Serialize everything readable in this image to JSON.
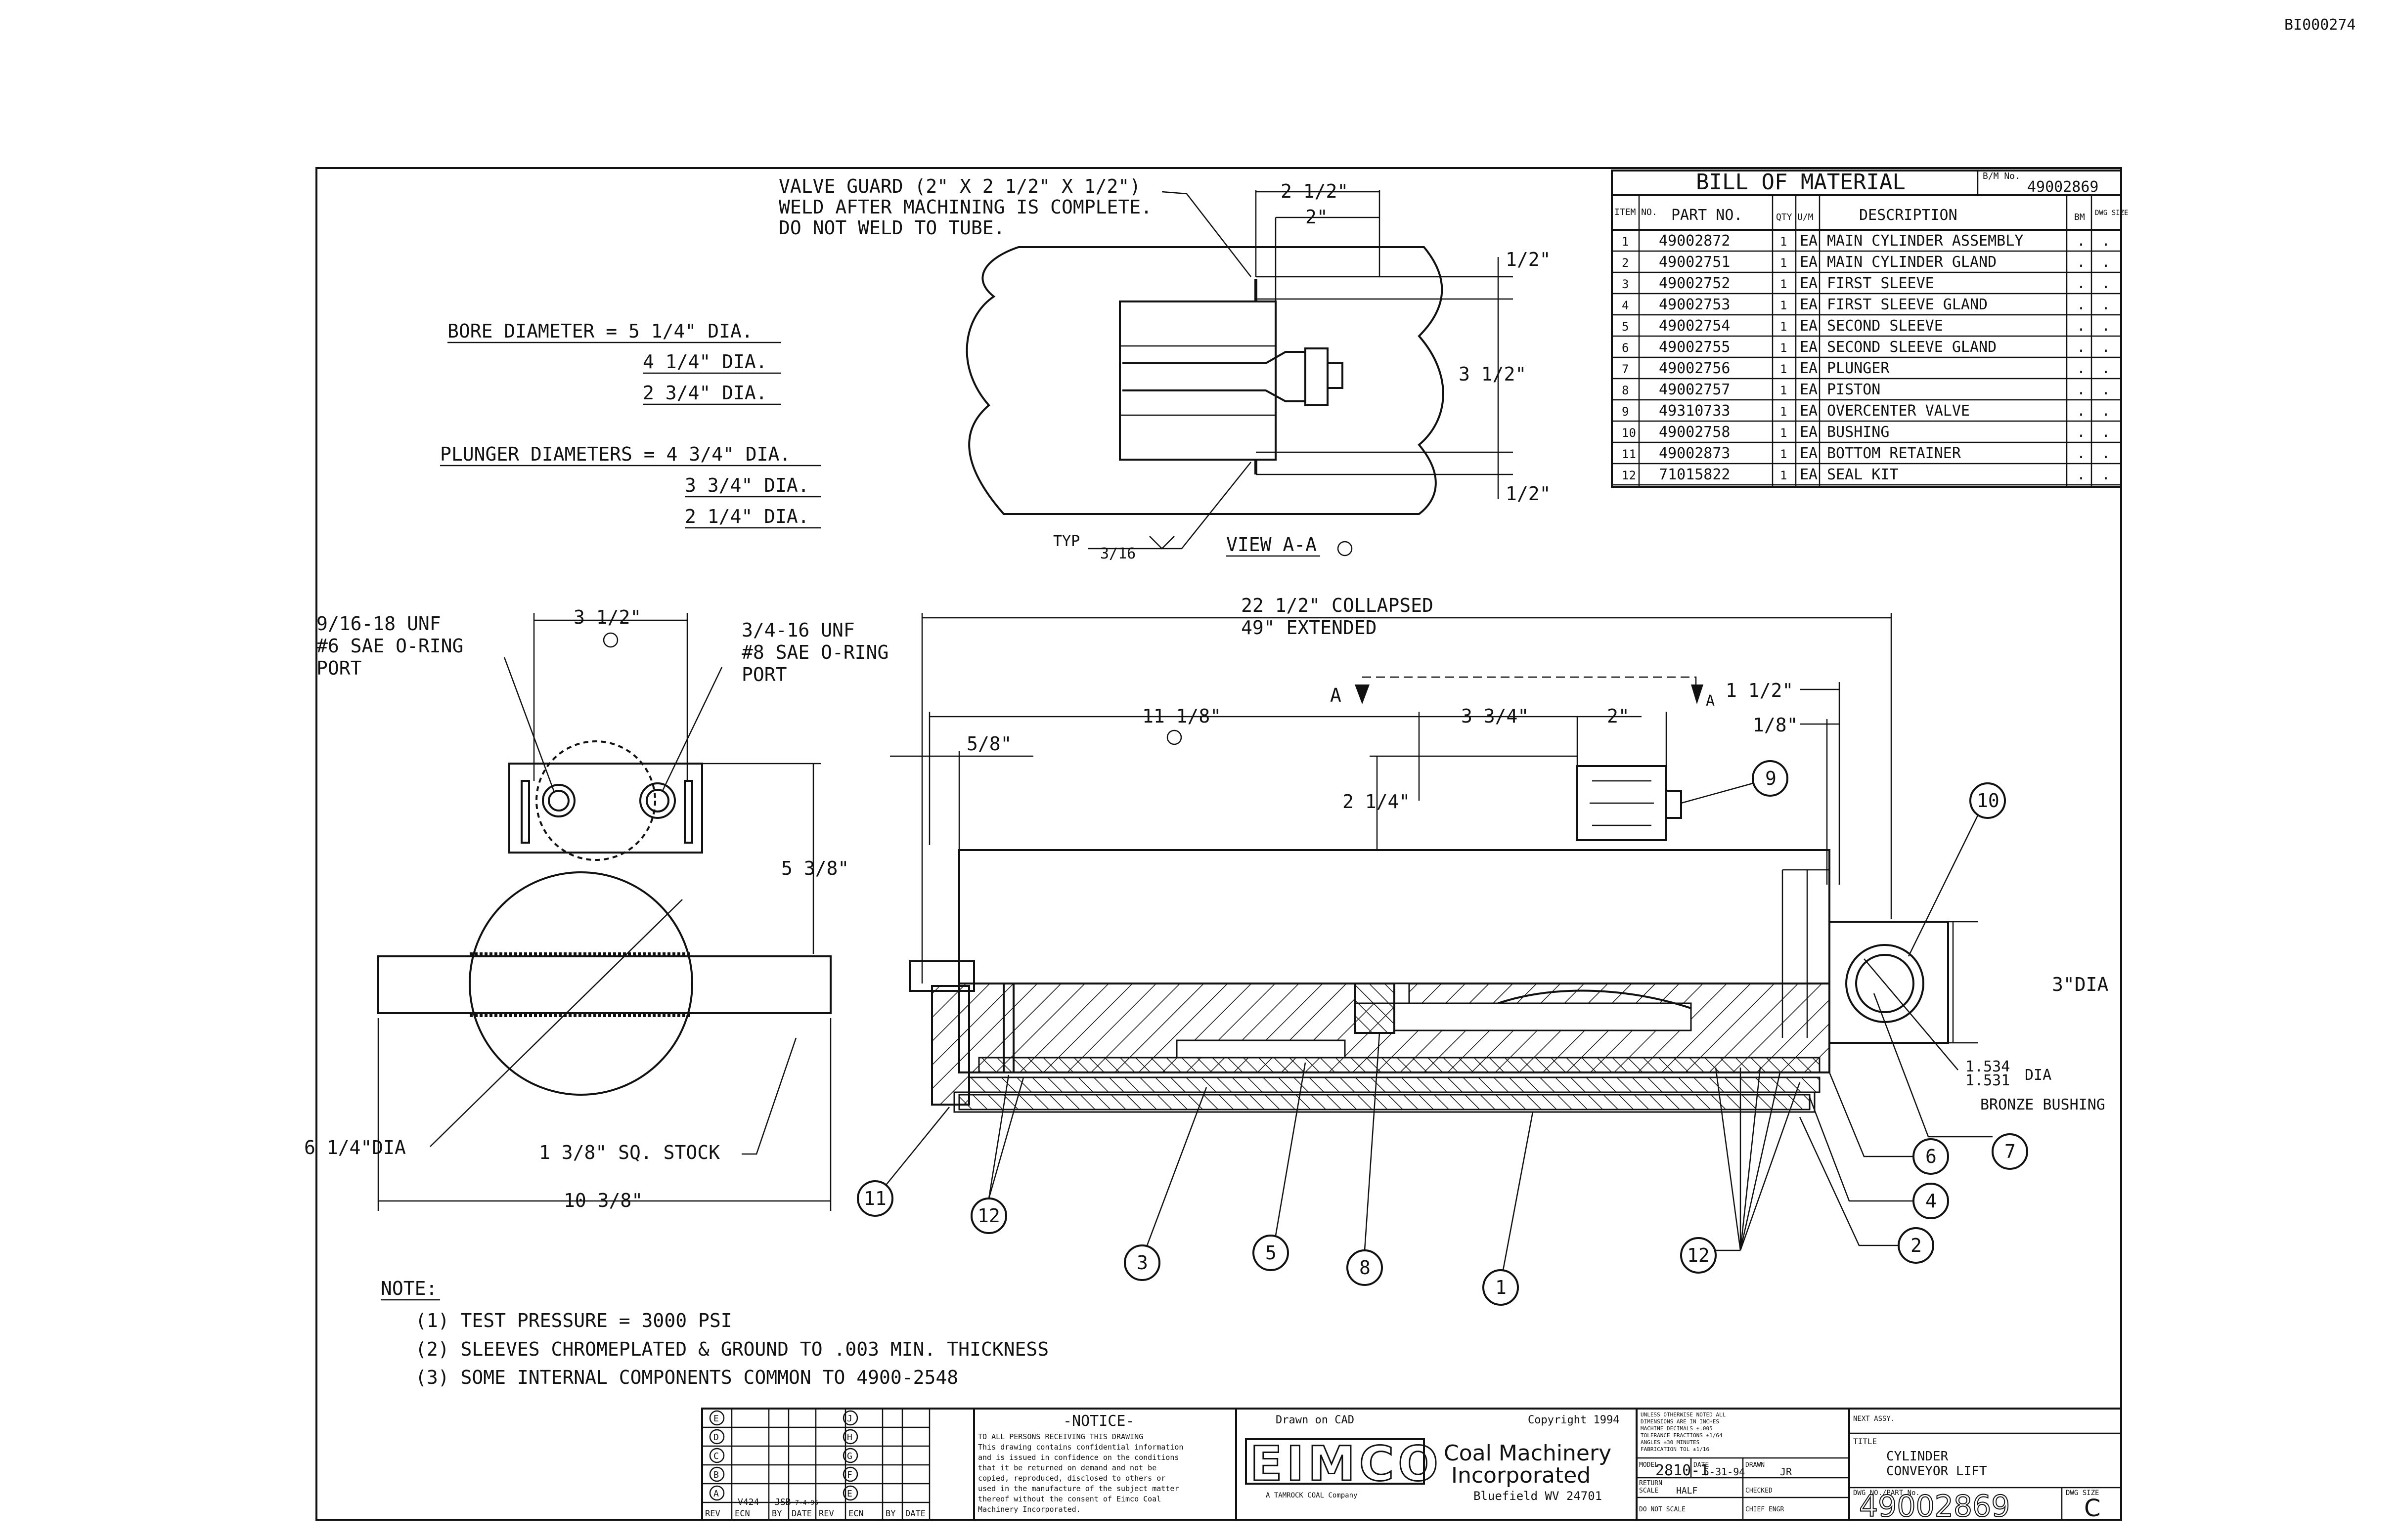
{
  "corner_id": "BI000274",
  "notes_dims": {
    "bore_line1": "BORE DIAMETER = 5 1/4\" DIA.",
    "bore_line2": "4 1/4\" DIA.",
    "bore_line3": "2 3/4\" DIA.",
    "plunger_line1": "PLUNGER DIAMETERS = 4 3/4\" DIA.",
    "plunger_line2": "3 3/4\" DIA.",
    "plunger_line3": "2 1/4\" DIA."
  },
  "view_aa": {
    "note_line1": "VALVE GUARD (2\" X 2 1/2\" X 1/2\")",
    "note_line2": "WELD AFTER MACHINING IS COMPLETE.",
    "note_line3": "DO NOT WELD TO TUBE.",
    "dim_2_1_2": "2 1/2\"",
    "dim_2": "2\"",
    "dim_half_top": "1/2\"",
    "dim_3_1_2": "3 1/2\"",
    "dim_half_bot": "1/2\"",
    "typ": "TYP",
    "weld": "3/16",
    "view_label": "VIEW A-A"
  },
  "end_view": {
    "port_left_l1": "9/16-18 UNF",
    "port_left_l2": "#6 SAE O-RING",
    "port_left_l3": "PORT",
    "port_right_l1": "3/4-16 UNF",
    "port_right_l2": "#8 SAE O-RING",
    "port_right_l3": "PORT",
    "dim_3_1_2": "3 1/2\"",
    "dim_5_3_8": "5 3/8\"",
    "dim_6_1_4": "6 1/4\"DIA",
    "stock": "1 3/8\" SQ. STOCK",
    "dim_10_3_8": "10 3/8\""
  },
  "side_view": {
    "collapsed": "22 1/2\" COLLAPSED",
    "extended": "49\" EXTENDED",
    "dim_11_1_8": "11 1/8\"",
    "dim_5_8": "5/8\"",
    "section_a_left": "A",
    "section_a_right": "A",
    "dim_3_3_4": "3 3/4\"",
    "dim_2": "2\"",
    "dim_1_1_2": "1 1/2\"",
    "dim_1_8": "1/8\"",
    "dim_2_1_4": "2 1/4\"",
    "dim_3_dia": "3\"DIA",
    "bushing_dia_top": "1.534",
    "bushing_dia_bot": "1.531",
    "bushing_dia_unit": "DIA",
    "bronze_bushing": "BRONZE BUSHING",
    "balloons": [
      "9",
      "10",
      "7",
      "6",
      "4",
      "2",
      "12",
      "1",
      "8",
      "5",
      "3",
      "12",
      "11"
    ]
  },
  "bill_of_material": {
    "title": "BILL OF MATERIAL",
    "bm_no_label": "B/M No.",
    "bm_no": "49002869",
    "headers": [
      "ITEM NO.",
      "PART NO.",
      "QTY",
      "U/M",
      "DESCRIPTION",
      "BM",
      "DWG SIZE"
    ],
    "rows": [
      [
        "1",
        "49002872",
        "1",
        "EA",
        "MAIN CYLINDER ASSEMBLY",
        ".",
        "."
      ],
      [
        "2",
        "49002751",
        "1",
        "EA",
        "MAIN CYLINDER GLAND",
        ".",
        "."
      ],
      [
        "3",
        "49002752",
        "1",
        "EA",
        "FIRST SLEEVE",
        ".",
        "."
      ],
      [
        "4",
        "49002753",
        "1",
        "EA",
        "FIRST SLEEVE GLAND",
        ".",
        "."
      ],
      [
        "5",
        "49002754",
        "1",
        "EA",
        "SECOND SLEEVE",
        ".",
        "."
      ],
      [
        "6",
        "49002755",
        "1",
        "EA",
        "SECOND SLEEVE GLAND",
        ".",
        "."
      ],
      [
        "7",
        "49002756",
        "1",
        "EA",
        "PLUNGER",
        ".",
        "."
      ],
      [
        "8",
        "49002757",
        "1",
        "EA",
        "PISTON",
        ".",
        "."
      ],
      [
        "9",
        "49310733",
        "1",
        "EA",
        "OVERCENTER VALVE",
        ".",
        "."
      ],
      [
        "10",
        "49002758",
        "1",
        "EA",
        "BUSHING",
        ".",
        "."
      ],
      [
        "11",
        "49002873",
        "1",
        "EA",
        "BOTTOM RETAINER",
        ".",
        "."
      ],
      [
        "12",
        "71015822",
        "1",
        "EA",
        "SEAL KIT",
        ".",
        "."
      ]
    ]
  },
  "notes": {
    "heading": "NOTE:",
    "items": [
      "(1) TEST PRESSURE = 3000 PSI",
      "(2) SLEEVES CHROMEPLATED & GROUND TO .003 MIN. THICKNESS",
      "(3) SOME INTERNAL COMPONENTS COMMON TO 4900-2548"
    ]
  },
  "title_block": {
    "rev_letters_left": [
      "E",
      "D",
      "C",
      "B",
      "A"
    ],
    "rev_letters_right": [
      "J",
      "H",
      "G",
      "F",
      "E"
    ],
    "rev_a_ecn": "V424",
    "rev_a_by": "JSB",
    "rev_a_date": "7-4-96",
    "rev_cols": [
      "REV",
      "ECN",
      "BY",
      "DATE",
      "REV",
      "ECN",
      "BY",
      "DATE"
    ],
    "notice_title": "-NOTICE-",
    "notice_lines": [
      "TO ALL PERSONS RECEIVING THIS DRAWING",
      "This drawing contains confidential information",
      "and is issued in confidence on the conditions",
      "that it be returned on demand and not be",
      "copied, reproduced, disclosed to others or",
      "used in the manufacture of the subject matter",
      "thereof without the consent of Eimco Coal",
      "Machinery Incorporated."
    ],
    "drawn_on": "Drawn on CAD",
    "copyright": "Copyright 1994",
    "logo": "EIMCO",
    "company_l1": "Coal Machinery",
    "company_l2": "Incorporated",
    "company_l3": "Bluefield WV 24701",
    "company_tag": "A TAMROCK COAL Company",
    "tolerance_lines": [
      "UNLESS OTHERWISE NOTED ALL",
      "DIMENSIONS ARE IN INCHES",
      "MACHINE   DECIMALS ±.005",
      "TOLERANCE FRACTIONS ±1/64",
      "          ANGLES ±30 MINUTES",
      "FABRICATION TOL ±1/16"
    ],
    "model_label": "MODEL",
    "model": "2810-1",
    "date_label": "DATE",
    "date": "5-31-94",
    "drawn_label": "DRAWN",
    "drawn": "JR",
    "return_label": "RETURN",
    "scale_label": "SCALE",
    "scale": "HALF",
    "checked_label": "CHECKED",
    "do_not_scale": "DO NOT SCALE",
    "chief_engr": "CHIEF ENGR",
    "next_assy_label": "NEXT ASSY.",
    "title_label": "TITLE",
    "title_l1": "CYLINDER",
    "title_l2": "CONVEYOR LIFT",
    "dwg_no_label": "DWG NO./PART No.",
    "dwg_no": "49002869",
    "dwg_size_label": "DWG SIZE",
    "dwg_size": "C"
  }
}
